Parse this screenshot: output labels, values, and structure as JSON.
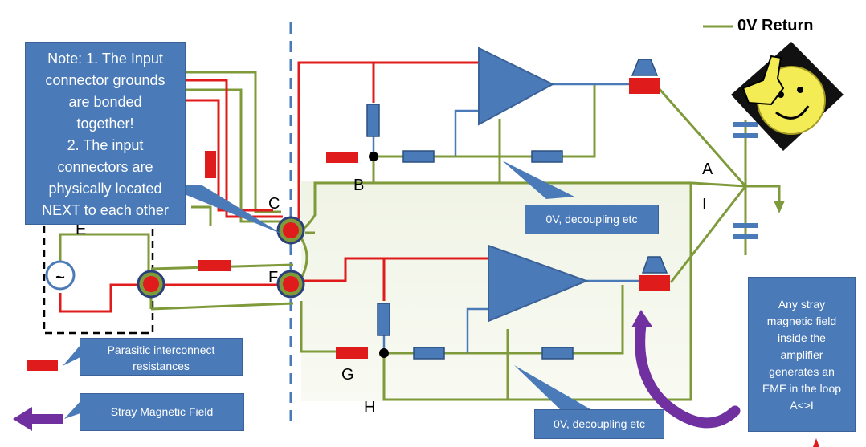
{
  "legend": {
    "return_label": "0V Return",
    "return_color": "#7f9a3a",
    "signal_color": "#e01b1b",
    "resistor_color": "#e01b1b",
    "blue_color": "#4a7ab8",
    "magnetic_color": "#7030a0"
  },
  "note": {
    "lines": [
      "Note: 1. The Input",
      "connector grounds",
      "are bonded",
      "together!",
      "2. The input",
      "connectors are",
      "physically located",
      "NEXT to each other"
    ]
  },
  "labels": {
    "A": "A",
    "B": "B",
    "C": "C",
    "E": "E",
    "F": "F",
    "G": "G",
    "H": "H",
    "I": "I",
    "source_symbol": "~"
  },
  "callouts": {
    "decoupling_top": "0V, decoupling etc",
    "decoupling_bottom": "0V, decoupling etc",
    "stray_note": "Any stray magnetic field inside the amplifier generates an EMF in the loop A<>I"
  },
  "key": {
    "parasitic": "Parasitic interconnect resistances",
    "magnetic": "Stray Magnetic Field"
  },
  "icons": {
    "thumbs": "thumbs-up-smiley-icon"
  }
}
